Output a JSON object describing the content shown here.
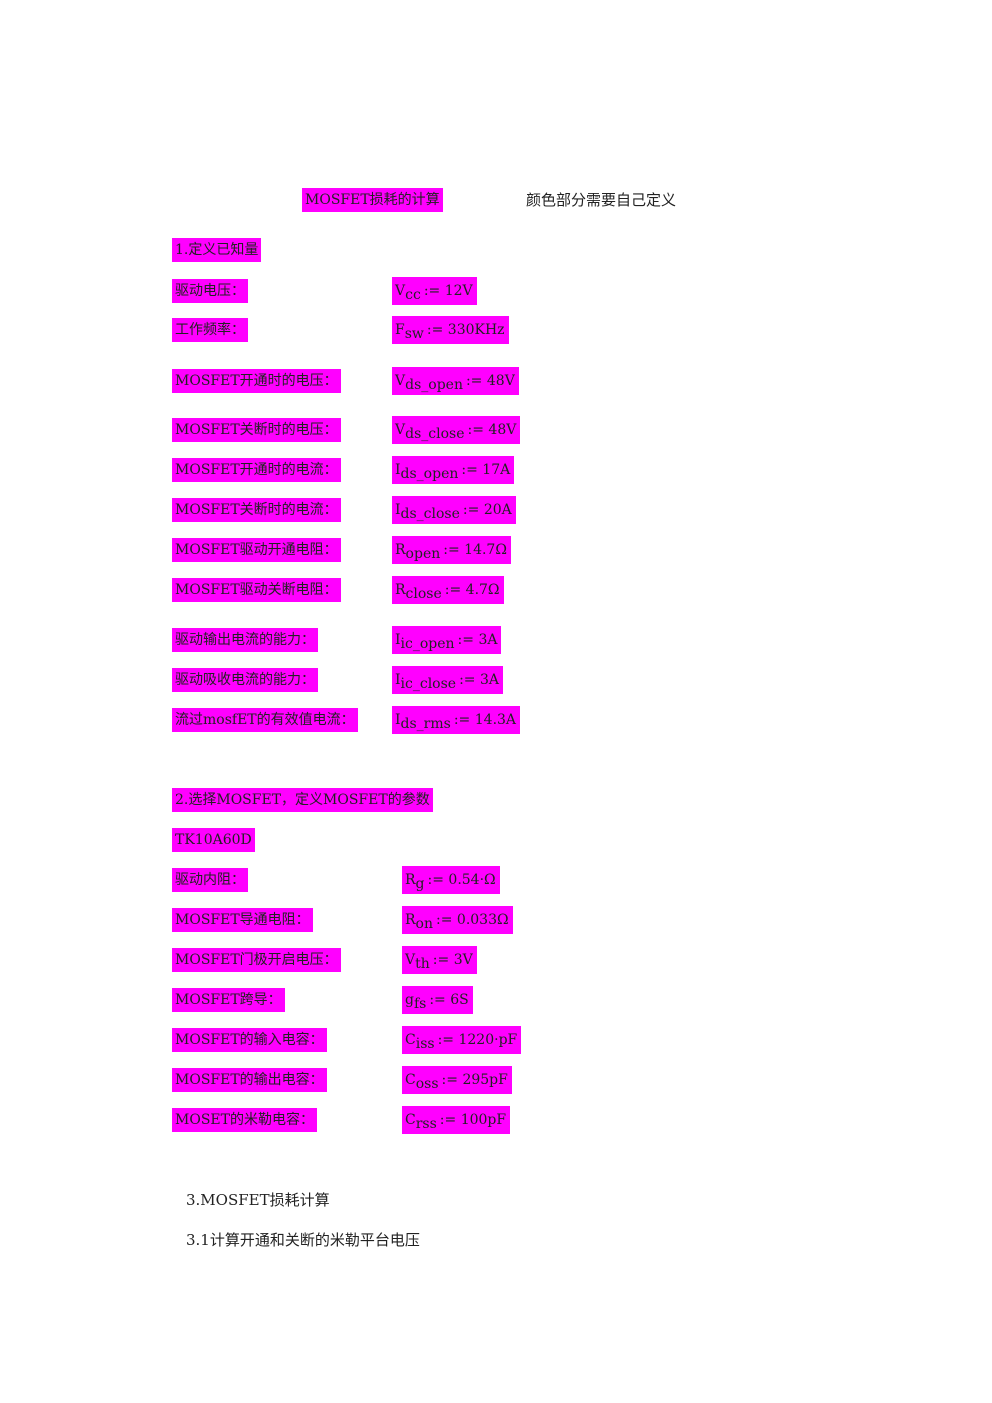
{
  "header": {
    "title": "MOSFET损耗的计算",
    "note": "颜色部分需要自己定义"
  },
  "section1": {
    "heading": "1.定义已知量",
    "rows": [
      {
        "label": "驱动电压：",
        "sym": "V",
        "sub": "cc",
        "value": "12V"
      },
      {
        "label": "工作频率：",
        "sym": "F",
        "sub": "sw",
        "value": "330KHz"
      },
      {
        "label": "MOSFET开通时的电压：",
        "sym": "V",
        "sub": "ds_open",
        "value": "48V"
      },
      {
        "label": "MOSFET关断时的电压：",
        "sym": "V",
        "sub": "ds_close",
        "value": "48V"
      },
      {
        "label": "MOSFET开通时的电流：",
        "sym": "I",
        "sub": "ds_open",
        "value": "17A"
      },
      {
        "label": "MOSFET关断时的电流：",
        "sym": "I",
        "sub": "ds_close",
        "value": "20A"
      },
      {
        "label": "MOSFET驱动开通电阻：",
        "sym": "R",
        "sub": "open",
        "value": "14.7Ω"
      },
      {
        "label": "MOSFET驱动关断电阻：",
        "sym": "R",
        "sub": "close",
        "value": "4.7Ω"
      },
      {
        "label": "驱动输出电流的能力：",
        "sym": "I",
        "sub": "ic_open",
        "value": "3A"
      },
      {
        "label": "驱动吸收电流的能力：",
        "sym": "I",
        "sub": "ic_close",
        "value": "3A"
      },
      {
        "label": "流过mosfET的有效值电流：",
        "sym": "I",
        "sub": "ds_rms",
        "value": "14.3A"
      }
    ]
  },
  "section2": {
    "heading": "2.选择MOSFET，定义MOSFET的参数",
    "model": "TK10A60D",
    "rows": [
      {
        "label": "驱动内阻：",
        "sym": "R",
        "sub": "g",
        "value": "0.54·Ω"
      },
      {
        "label": "MOSFET导通电阻：",
        "sym": "R",
        "sub": "on",
        "value": "0.033Ω"
      },
      {
        "label": "MOSFET门极开启电压：",
        "sym": "V",
        "sub": "th",
        "value": "3V"
      },
      {
        "label": "MOSFET跨导：",
        "sym": "g",
        "sub": "fs",
        "value": "6S"
      },
      {
        "label": "MOSFET的输入电容：",
        "sym": "C",
        "sub": "iss",
        "value": "1220·pF"
      },
      {
        "label": "MOSFET的输出电容：",
        "sym": "C",
        "sub": "oss",
        "value": "295pF"
      },
      {
        "label": "MOSET的米勒电容：",
        "sym": "C",
        "sub": "rss",
        "value": "100pF"
      }
    ]
  },
  "section3": {
    "heading": "3.MOSFET损耗计算",
    "subheading": "3.1计算开通和关断的米勒平台电压"
  },
  "assign_op": ":=",
  "colors": {
    "highlight": "#ff00ff",
    "text": "#222222"
  }
}
